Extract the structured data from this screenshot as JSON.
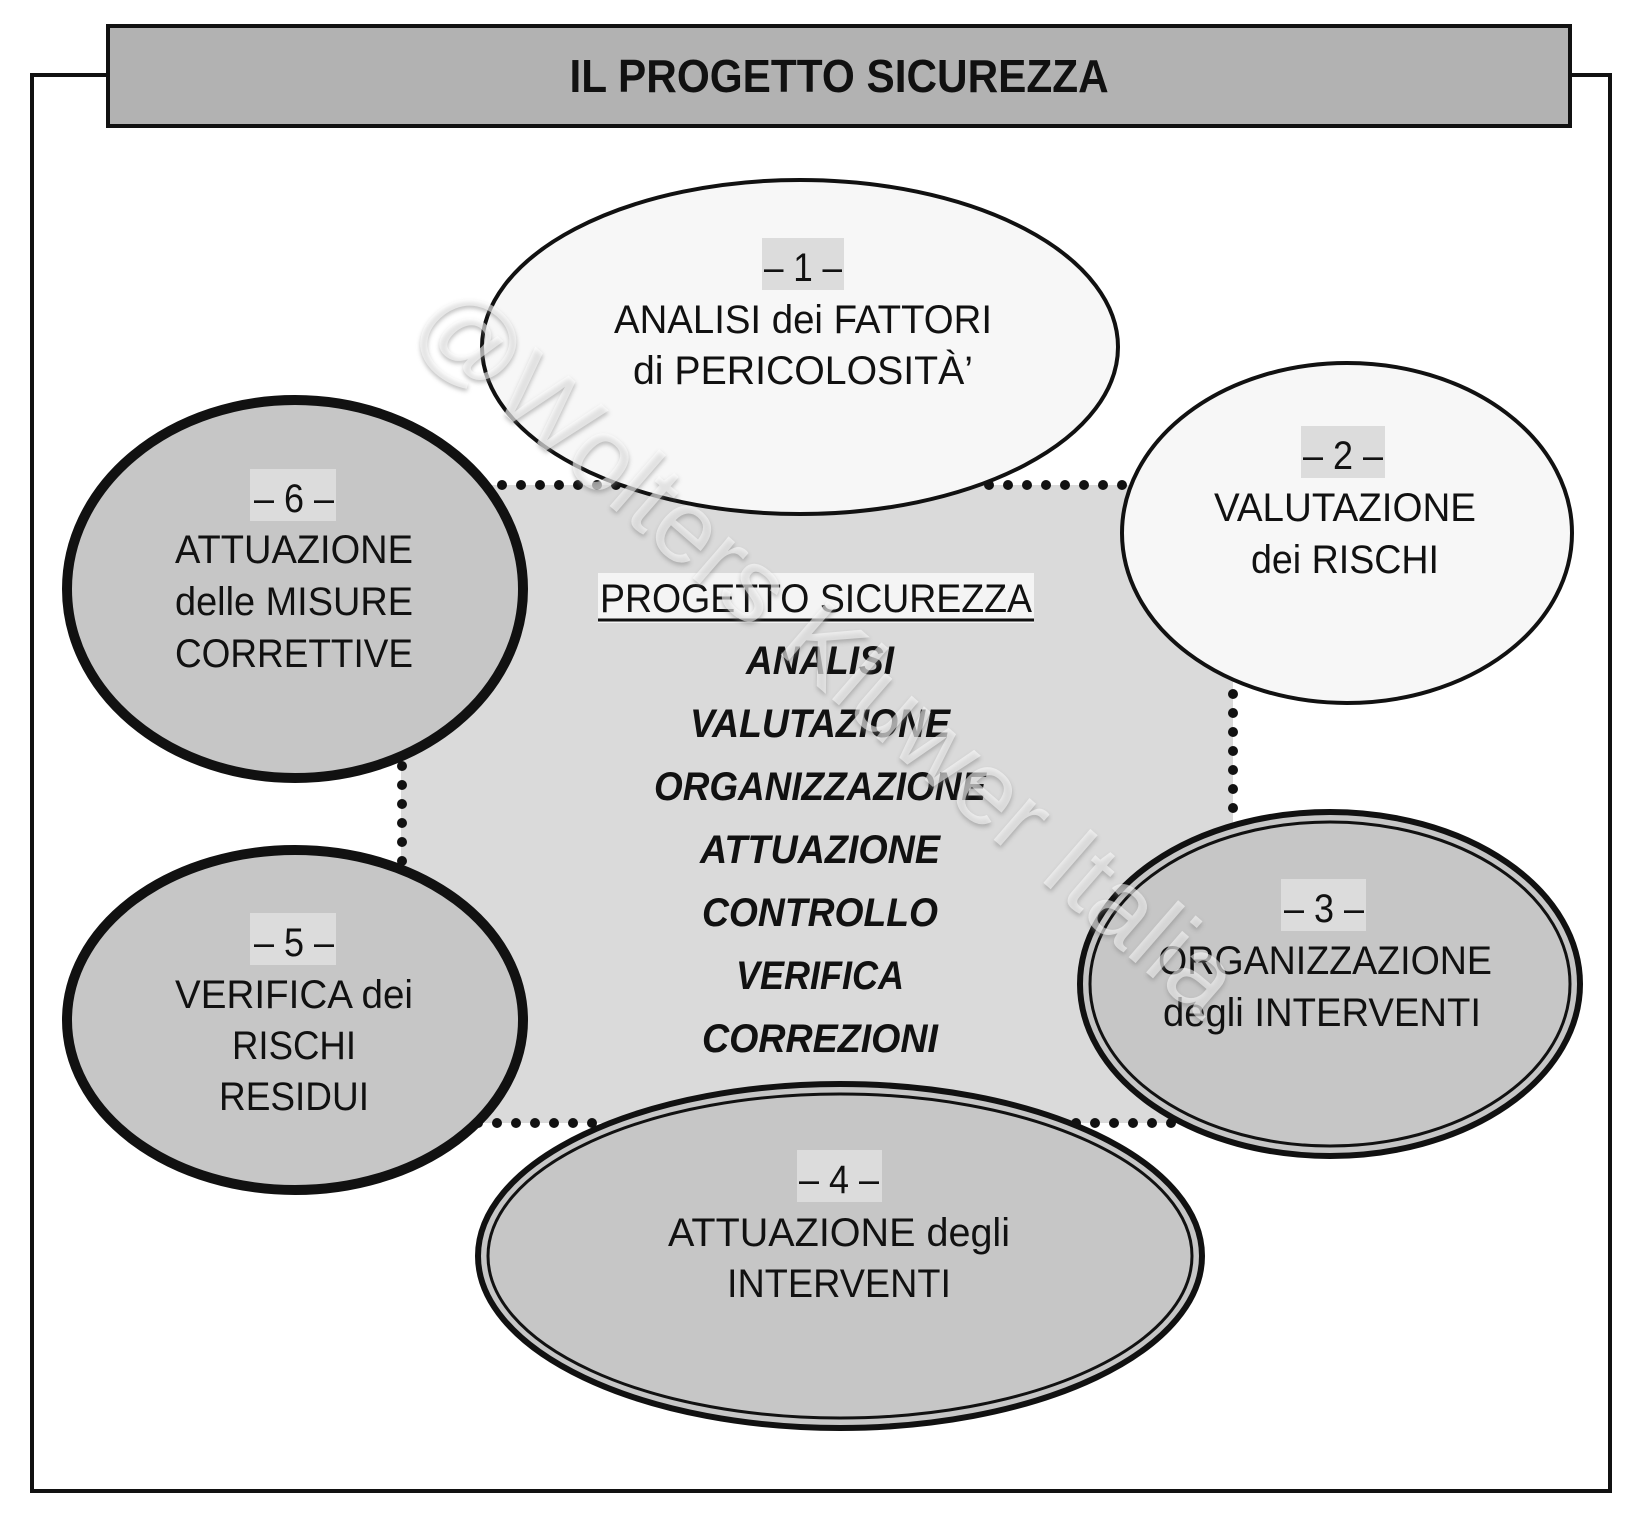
{
  "title": "IL PROGETTO SICUREZZA",
  "center": {
    "heading": "PROGETTO SICUREZZA",
    "items": [
      "ANALISI",
      "VALUTAZIONE",
      "ORGANIZZAZIONE",
      "ATTUAZIONE",
      "CONTROLLO",
      "VERIFICA",
      "CORREZIONI"
    ]
  },
  "steps": [
    {
      "number": "– 1 –",
      "lines": [
        "ANALISI dei FATTORI",
        "di PERICOLOSITÀ’"
      ]
    },
    {
      "number": "– 2 –",
      "lines": [
        "VALUTAZIONE",
        "dei RISCHI"
      ]
    },
    {
      "number": "– 3 –",
      "lines": [
        "ORGANIZZAZIONE",
        "degli INTERVENTI"
      ]
    },
    {
      "number": "– 4 –",
      "lines": [
        "ATTUAZIONE degli",
        "INTERVENTI"
      ]
    },
    {
      "number": "– 5 –",
      "lines": [
        "VERIFICA dei",
        "RISCHI",
        "RESIDUI"
      ]
    },
    {
      "number": "– 6 –",
      "lines": [
        "ATTUAZIONE",
        "delle MISURE",
        "CORRETTIVE"
      ]
    }
  ],
  "watermark": "@Wolters Kluwer Italia",
  "colors": {
    "banner": "#b2b2b2",
    "center_fill": "#dadada",
    "light_ellipse": "#f7f7f7",
    "dark_ellipse": "#c6c6c6",
    "number_badge": "#dcdcdc",
    "stroke": "#111111"
  }
}
